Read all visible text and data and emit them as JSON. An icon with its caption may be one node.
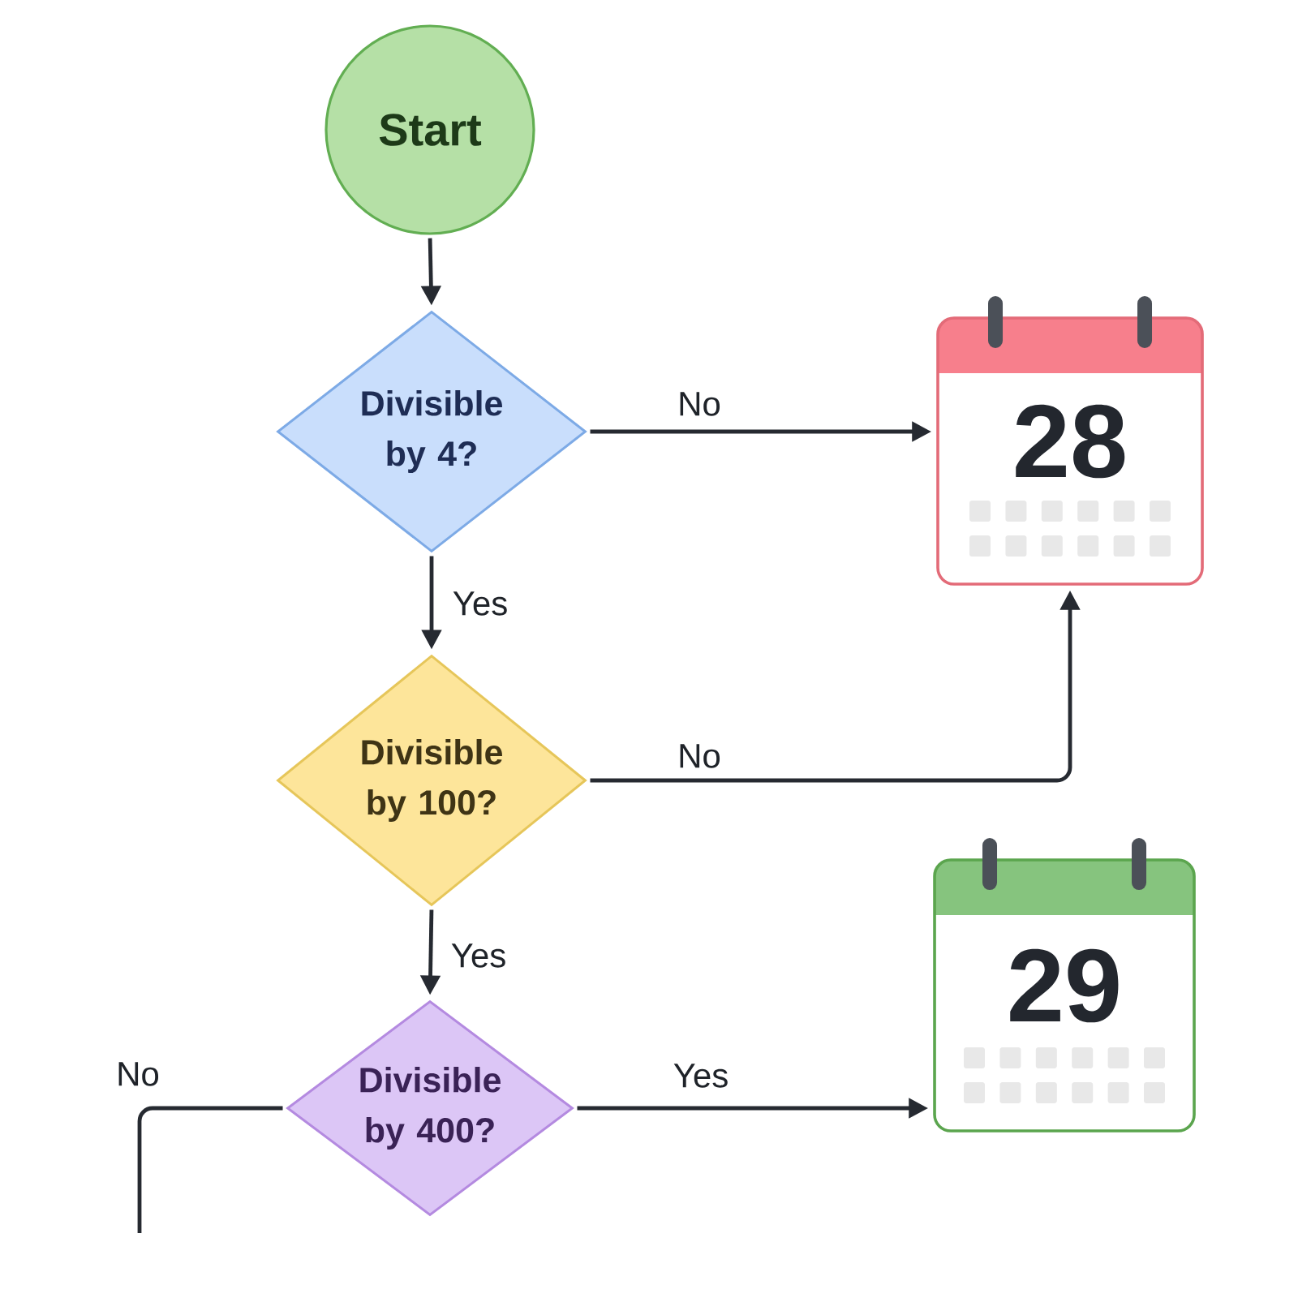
{
  "diagram": {
    "nodes": [
      {
        "text": [
          "Start"
        ]
      },
      {
        "text": [
          "Divisible by 4?"
        ]
      },
      {
        "text": [
          "28"
        ]
      },
      {
        "text": [
          "Divisible by 100?"
        ]
      },
      {
        "text": [
          "Divisible by 400?"
        ]
      },
      {
        "text": [
          "29"
        ]
      }
    ],
    "edges": [
      {
        "from": 0,
        "to": 1,
        "arrow": "to"
      },
      {
        "from": 1,
        "to": 2,
        "arrow": "to",
        "label": "No"
      },
      {
        "from": 1,
        "to": 3,
        "arrow": "to",
        "label": "Yes"
      },
      {
        "from": 3,
        "to": 2,
        "arrow": "to",
        "label": "No"
      },
      {
        "from": 3,
        "to": 4,
        "arrow": "to",
        "label": "Yes"
      },
      {
        "from": 4,
        "to": 5,
        "arrow": "to",
        "label": "Yes"
      },
      {
        "from": 4,
        "to": null,
        "arrow": "none",
        "label": "No"
      }
    ]
  }
}
